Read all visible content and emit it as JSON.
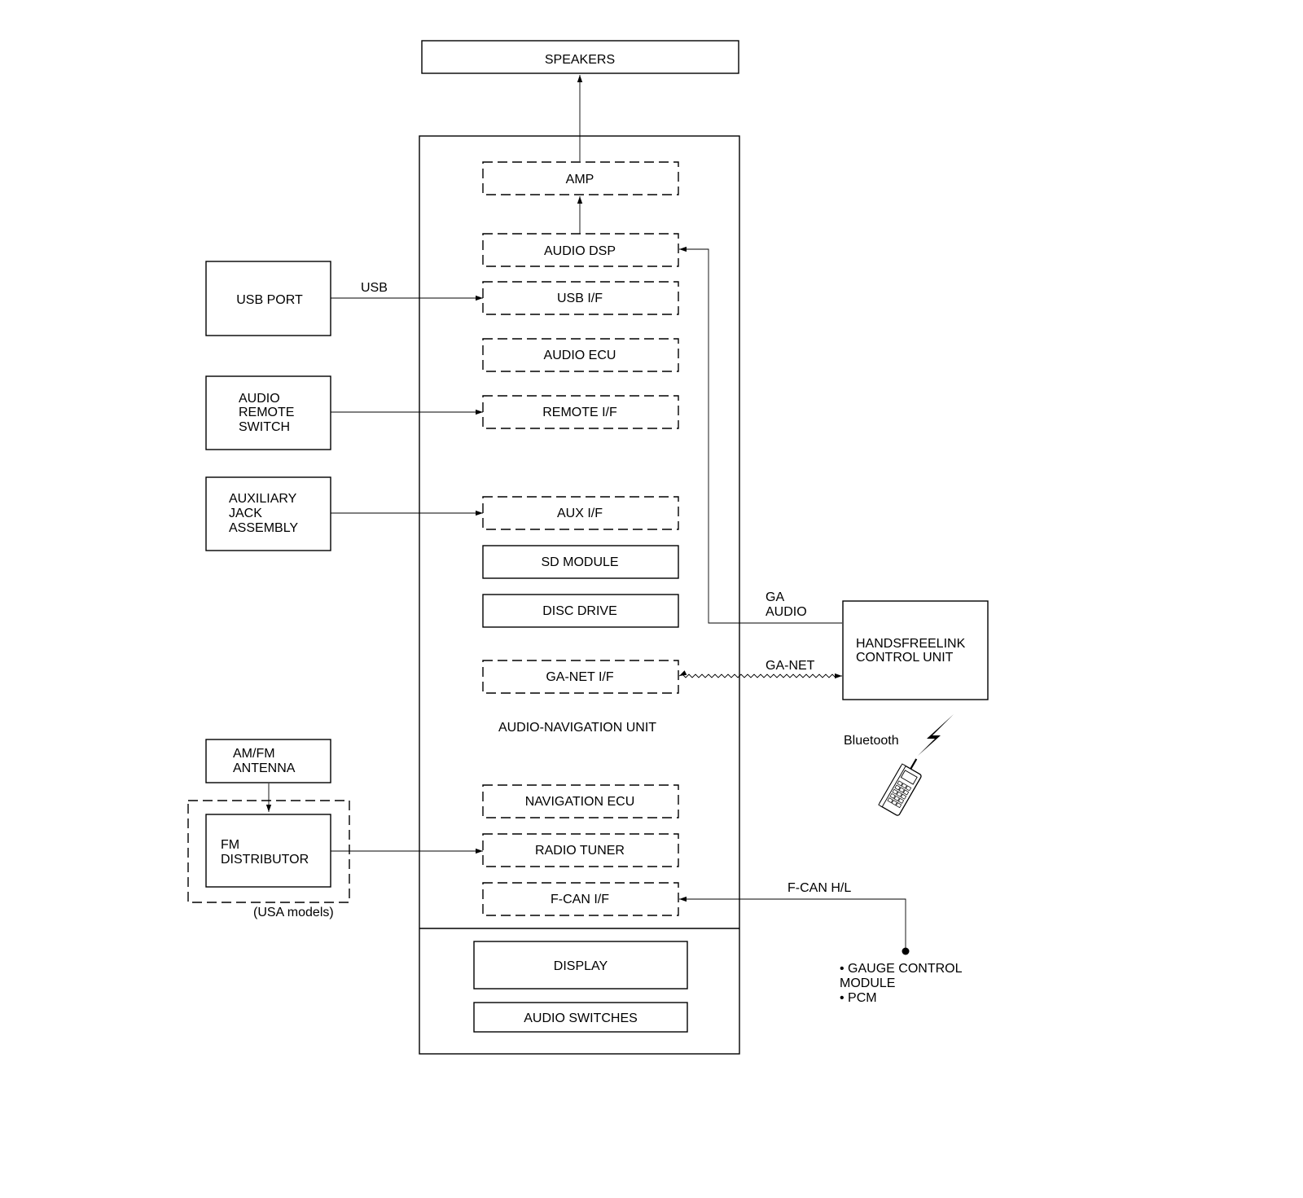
{
  "speakers": "SPEAKERS",
  "unit": {
    "label": "AUDIO-NAVIGATION UNIT",
    "amp": "AMP",
    "audio_dsp": "AUDIO DSP",
    "usb_if": "USB I/F",
    "audio_ecu": "AUDIO ECU",
    "remote_if": "REMOTE I/F",
    "aux_if": "AUX I/F",
    "sd_module": "SD MODULE",
    "disc_drive": "DISC DRIVE",
    "ga_net_if": "GA-NET I/F",
    "navigation_ecu": "NAVIGATION ECU",
    "radio_tuner": "RADIO TUNER",
    "f_can_if": "F-CAN I/F",
    "display": "DISPLAY",
    "audio_switches": "AUDIO SWITCHES"
  },
  "left": {
    "usb_port": "USB PORT",
    "audio_remote_switch": [
      "AUDIO",
      "REMOTE",
      "SWITCH"
    ],
    "aux_jack": [
      "AUXILIARY",
      "JACK",
      "ASSEMBLY"
    ],
    "amfm_antenna": [
      "AM/FM",
      "ANTENNA"
    ],
    "fm_distributor": [
      "FM",
      "DISTRIBUTOR"
    ],
    "usa_models": "(USA models)"
  },
  "right": {
    "handsfreelink": [
      "HANDSFREELINK",
      "CONTROL UNIT"
    ],
    "bluetooth": "Bluetooth",
    "gauge_items": [
      "• GAUGE CONTROL",
      "MODULE",
      "• PCM"
    ]
  },
  "signals": {
    "usb": "USB",
    "ga_audio": [
      "GA",
      "AUDIO"
    ],
    "ga_net": "GA-NET",
    "f_can": "F-CAN H/L"
  }
}
